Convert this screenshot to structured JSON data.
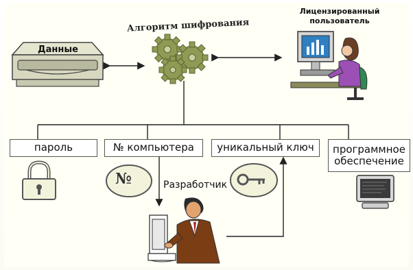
{
  "diagram": {
    "algorithm_label": "Алгоритм шифрования",
    "data_label": "Данные",
    "user_label_line1": "Лицензированный",
    "user_label_line2": "пользователь",
    "factors": [
      {
        "label": "пароль"
      },
      {
        "label": "№ компьютера"
      },
      {
        "label": "уникальный ключ"
      },
      {
        "label_line1": "программное",
        "label_line2": "обеспечение"
      }
    ],
    "number_sign": "№",
    "developer_label": "Разработчик"
  },
  "colors": {
    "gear": "#8f9a55",
    "outline": "#555555",
    "icon_fill": "#f3f3dc",
    "box_border": "#555555",
    "drive_fill": "#d8d8c0"
  },
  "icons": {
    "gears": "gears-icon",
    "data_drive": "disk-drive-icon",
    "user": "user-at-computer-icon",
    "padlock": "padlock-icon",
    "number": "number-badge-icon",
    "key": "key-icon",
    "monitor": "monitor-icon",
    "developer": "developer-at-computer-icon"
  }
}
